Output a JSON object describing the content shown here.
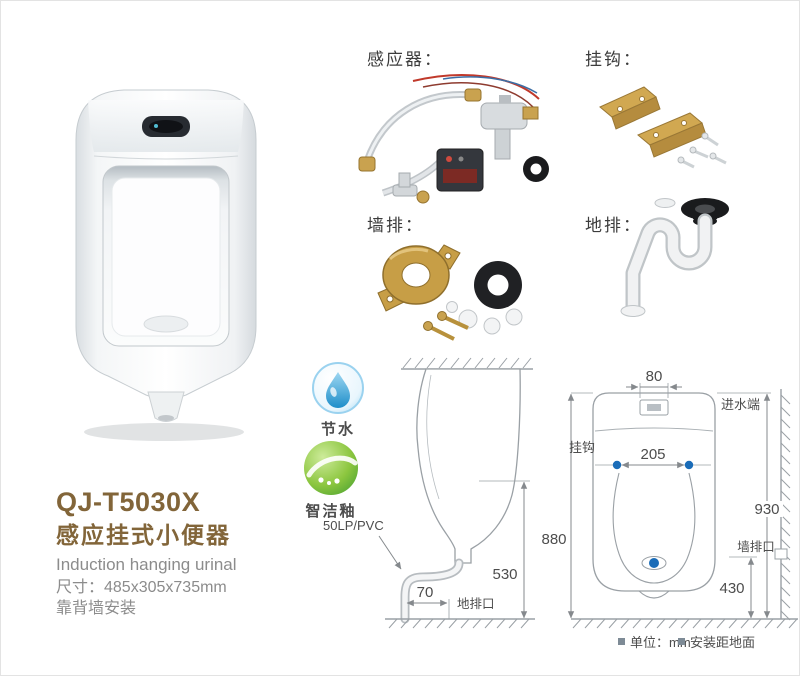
{
  "product": {
    "model": "QJ-T5030X",
    "name_cn": "感应挂式小便器",
    "name_en": "Induction hanging urinal",
    "size": "尺寸：485x305x735mm",
    "install": "靠背墙安装"
  },
  "part_sections": {
    "sensor": "感应器：",
    "hook": "挂钩：",
    "wall_drain": "墙排：",
    "floor_drain": "地排："
  },
  "badges": {
    "water_saving": "节水",
    "clean_glaze": "智洁釉"
  },
  "diagram": {
    "pipe_label": "50LP/PVC",
    "side_view": {
      "dim_530": "530",
      "dim_880": "880",
      "dim_70": "70",
      "floor_drain_label": "地排口"
    },
    "front_view": {
      "dim_80": "80",
      "inlet_label": "进水端",
      "hook_label": "挂钩",
      "dim_205": "205",
      "dim_930": "930",
      "wall_drain_label": "墙排口",
      "dim_430": "430"
    },
    "footer": {
      "unit": "单位：mm",
      "note": "安装距地面"
    }
  },
  "colors": {
    "title_brown": "#826539",
    "text_gray": "#8c8c8c",
    "drawing_gray": "#9aa0a5",
    "dim_text": "#4d4d4d",
    "accent_blue": "#1a6cb8",
    "brass_gold": "#c9a24f",
    "badge_green": "#3e9b2f",
    "badge_blue": "#1e8ec9"
  }
}
